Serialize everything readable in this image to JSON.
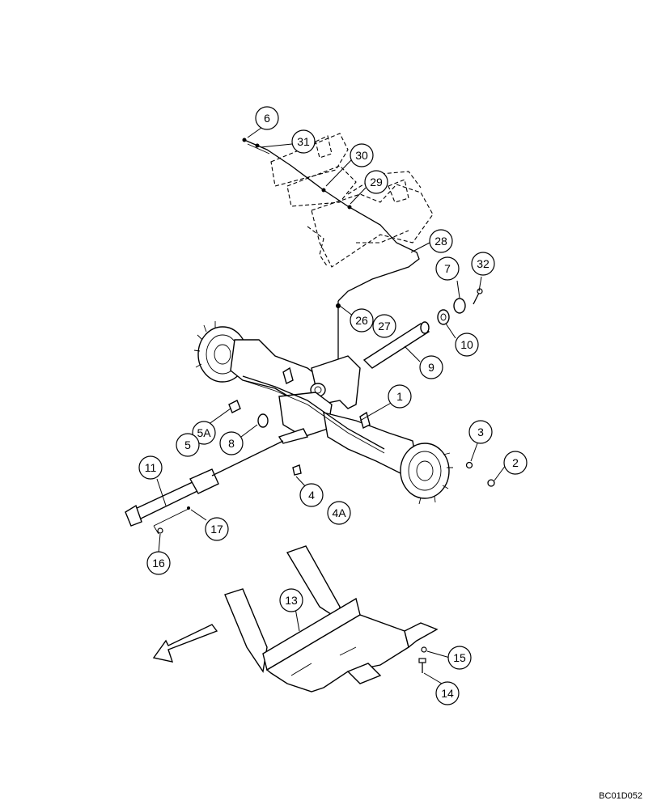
{
  "drawing_code": "BC01D052",
  "callouts": [
    "1",
    "2",
    "3",
    "4",
    "4A",
    "5",
    "5A",
    "6",
    "7",
    "8",
    "9",
    "10",
    "11",
    "13",
    "14",
    "15",
    "16",
    "17",
    "26",
    "27",
    "28",
    "29",
    "30",
    "31",
    "32"
  ]
}
